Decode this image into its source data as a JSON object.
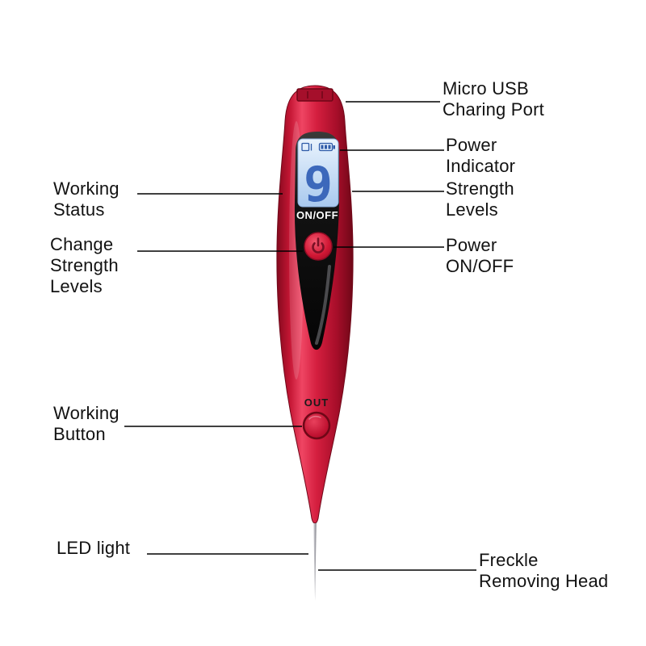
{
  "title": "Freckle removing pen annotated diagram",
  "device": {
    "screen": {
      "digit": "9",
      "on_off_label": "ON/OFF"
    },
    "out_label": "OUT"
  },
  "callouts": {
    "micro_usb": "Micro USB\nCharing Port",
    "power_indicator": "Power\nIndicator",
    "strength_levels": "Strength\nLevels",
    "power_on_off": "Power\nON/OFF",
    "working_status": "Working\nStatus",
    "change_strength_levels": "Change\nStrength\nLevels",
    "working_button": "Working\nButton",
    "led_light": "LED light",
    "freckle_removing_head": "Freckle\nRemoving Head"
  },
  "colors": {
    "pen_red": "#c81632",
    "pen_red_light": "#ef4563",
    "pen_red_dark": "#6f0717",
    "panel_black": "#101010",
    "lcd_blue": "#bcd6f2",
    "lcd_digit_blue": "#3c68bb",
    "callout_line": "#000000",
    "needle_gray": "#9a9aa0"
  }
}
